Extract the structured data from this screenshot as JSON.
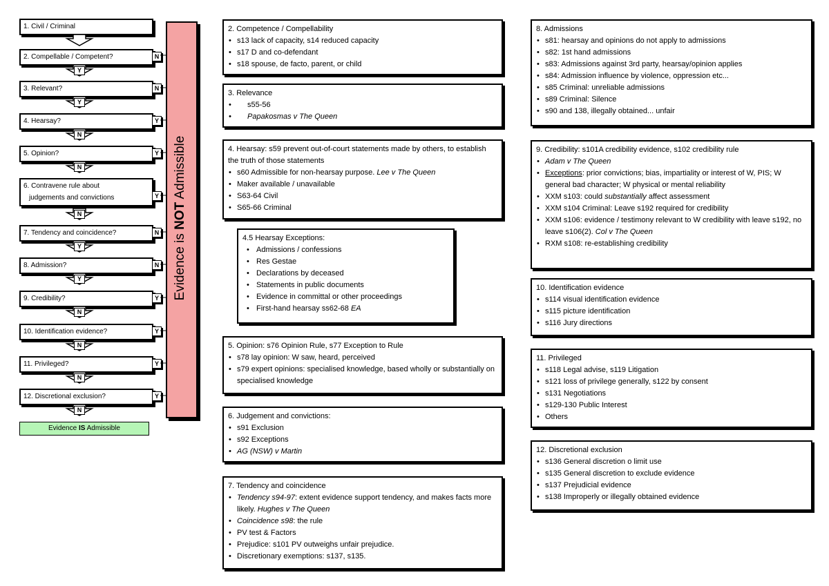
{
  "flowchart": {
    "steps": [
      {
        "label": "1. Civil / Criminal",
        "tag": "",
        "next": ""
      },
      {
        "label": "2. Compellable / Competent?",
        "tag": "N",
        "next": "Y"
      },
      {
        "label": "3. Relevant?",
        "tag": "N",
        "next": "Y"
      },
      {
        "label": "4. Hearsay?",
        "tag": "Y",
        "next": "N"
      },
      {
        "label": "5. Opinion?",
        "tag": "Y",
        "next": "N"
      },
      {
        "label": "6. Contravene rule about",
        "label2": "judgements and convictions",
        "tag": "Y",
        "next": "N"
      },
      {
        "label": "7. Tendency and coincidence?",
        "tag": "N",
        "next": "Y"
      },
      {
        "label": "8.  Admission?",
        "tag": "N",
        "next": "Y"
      },
      {
        "label": "9.  Credibility?",
        "tag": "Y",
        "next": "N"
      },
      {
        "label": "10. Identification evidence?",
        "tag": "Y",
        "next": "N"
      },
      {
        "label": "11. Privileged?",
        "tag": "Y",
        "next": "N"
      },
      {
        "label": "12. Discretional exclusion?",
        "tag": "Y",
        "next": "N"
      }
    ],
    "final_pre": "Evidence ",
    "final_bold": "IS",
    "final_post": " Admissible",
    "banner_pre": "Evidence is ",
    "banner_bold": "NOT",
    "banner_post": " Admissible",
    "colors": {
      "banner": "#f4a3a3",
      "final": "#b6f5b6"
    }
  },
  "sections": {
    "s2": {
      "title": "2.  Competence / Compellability",
      "items": [
        "s13 lack of capacity, s14 reduced capacity",
        "s17 D and co-defendant",
        "s18 spouse, de facto, parent, or child"
      ]
    },
    "s3": {
      "title": "3. Relevance",
      "items": [
        "s55-56",
        "Papakosmas v The Queen"
      ]
    },
    "s4": {
      "title": "4. Hearsay: s59 prevent out-of-court statements made by others, to establish the truth of those statements",
      "item1": "s60 Admissible for non-hearsay purpose. ",
      "item1_case": "Lee v The Queen",
      "items": [
        "Maker available / unavailable",
        "S63-64 Civil",
        "S65-66 Criminal"
      ]
    },
    "s45": {
      "title": "4.5 Hearsay Exceptions:",
      "items": [
        "Admissions / confessions",
        "Res Gestae",
        "Declarations by deceased",
        "Statements in public documents",
        "Evidence in committal or other proceedings"
      ],
      "last": "First-hand hearsay ss62-68 ",
      "last_ital": "EA"
    },
    "s5": {
      "title": "5. Opinion: s76 Opinion Rule, s77 Exception to Rule",
      "items": [
        "s78 lay opinion: W saw, heard, perceived",
        "s79 expert opinions: specialised knowledge, based wholly or substantially on specialised knowledge"
      ]
    },
    "s6": {
      "title": "6. Judgement and convictions:",
      "items": [
        "s91 Exclusion",
        "s92 Exceptions",
        "AG (NSW) v Martin"
      ]
    },
    "s7": {
      "title": "7. Tendency and coincidence",
      "i1_ital": "Tendency s94-97",
      "i1_rest": ": extent evidence support tendency, and makes facts more likely. ",
      "i1_case": "Hughes v The Queen",
      "i2_ital": "Coincidence s98",
      "i2_rest": ": the rule",
      "items": [
        "PV test & Factors",
        "Prejudice: s101 PV outweighs unfair prejudice.",
        "Discretionary exemptions: s137, s135."
      ]
    },
    "s8": {
      "title": "8. Admissions",
      "items": [
        "s81: hearsay and opinions do not apply to admissions",
        "s82: 1st hand admissions",
        "s83: Admissions against 3rd party, hearsay/opinion applies",
        "s84: Admission influence by violence, oppression etc...",
        "s85 Criminal: unreliable admissions",
        "s89 Criminal: Silence",
        "s90 and 138, illegally obtained... unfair"
      ]
    },
    "s9": {
      "title": "9. Credibility: s101A credibility evidence, s102 credibility rule",
      "case": "Adam v The Queen",
      "exc_label": "Exceptions",
      "exc_rest": ": prior convictions; bias, impartiality or interest of W, PIS; W general bad character; W physical or mental reliability",
      "i3_a": "XXM s103: could ",
      "i3_ital": "substantially",
      "i3_b": " affect assessment",
      "i4": "XXM s104 Criminal: Leave s192 required for credibility",
      "i5": "XXM s106: evidence / testimony relevant to W credibility with leave s192, no leave s106(2). ",
      "i5_case": "Col v The Queen",
      "i6": "RXM s108: re-establishing credibility"
    },
    "s10": {
      "title": "10. Identification evidence",
      "items": [
        "s114 visual identification evidence",
        "s115 picture identification",
        "s116 Jury directions"
      ]
    },
    "s11": {
      "title": "11. Privileged",
      "items": [
        "s118 Legal advise, s119 Litigation",
        "s121 loss of privilege generally, s122 by consent",
        "s131 Negotiations",
        "s129-130 Public Interest",
        "Others"
      ]
    },
    "s12": {
      "title": "12. Discretional exclusion",
      "items": [
        "s136 General discretion o limit use",
        "s135 General discretion to exclude evidence",
        "s137 Prejudicial evidence",
        "s138 Improperly or illegally obtained evidence"
      ]
    }
  }
}
